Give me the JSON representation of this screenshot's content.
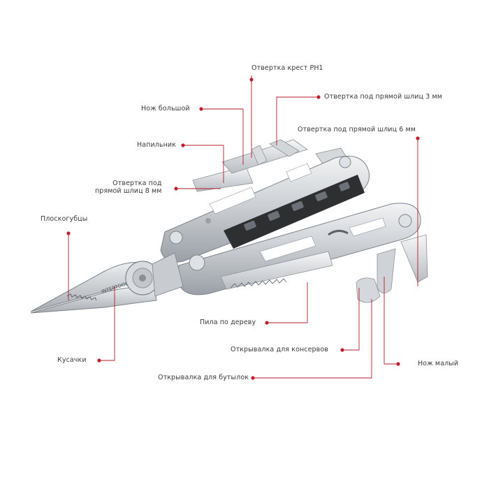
{
  "colors": {
    "leader": "#b21e2a",
    "dot": "#c0202c",
    "text": "#3a3a3a",
    "steel_light": "#e4e6e8",
    "steel_mid": "#bfc3c7",
    "steel_dark": "#8b9096",
    "handle_dark": "#2e2f31"
  },
  "tool": {
    "brand": "INTERTOOL"
  },
  "labels": {
    "phillips_ph1": "Отвертка крест PH1",
    "flat_3mm": "Отвертка под прямой шлиц 3 мм",
    "big_knife": "Нож большой",
    "flat_6mm": "Отвертка под прямой шлиц 6 мм",
    "file": "Напильник",
    "flat_8mm": "Отвертка под\nпрямой шлиц 8 мм",
    "pliers": "Плоскогубцы",
    "wood_saw": "Пила по дереву",
    "can_opener": "Открывалка для консервов",
    "wire_cutters": "Кусачки",
    "small_knife": "Нож малый",
    "bottle_opener": "Открывалка для бутылок"
  }
}
